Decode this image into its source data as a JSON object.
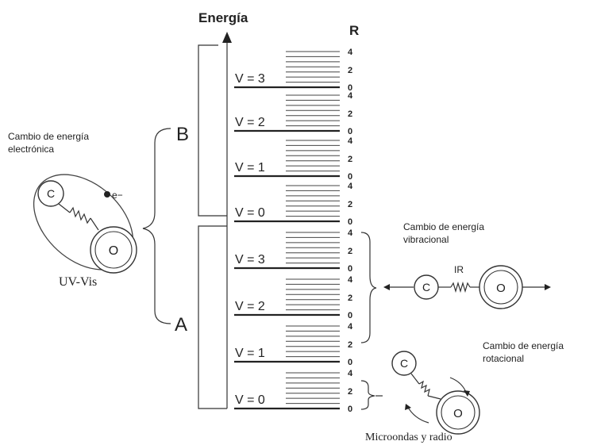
{
  "axis": {
    "title": "Energía",
    "r_title": "R"
  },
  "states": {
    "B": {
      "label": "B",
      "levels": [
        "V = 3",
        "V = 2",
        "V = 1",
        "V = 0"
      ]
    },
    "A": {
      "label": "A",
      "levels": [
        "V = 3",
        "V = 2",
        "V = 1",
        "V = 0"
      ]
    }
  },
  "r_labels": [
    "4",
    "2",
    "0"
  ],
  "electronic": {
    "title_line1": "Cambio de energía",
    "title_line2": "electrónica",
    "caption": "UV-Vis",
    "atom1": "C",
    "atom2": "O",
    "electron": "e−"
  },
  "vibrational": {
    "title_line1": "Cambio  de energía",
    "title_line2": "vibracional",
    "caption": "IR",
    "atom1": "C",
    "atom2": "O"
  },
  "rotational": {
    "title_line1": "Cambio  de energía",
    "title_line2": "rotacional",
    "caption": "Microondas y radio",
    "atom1": "C",
    "atom2": "O"
  }
}
